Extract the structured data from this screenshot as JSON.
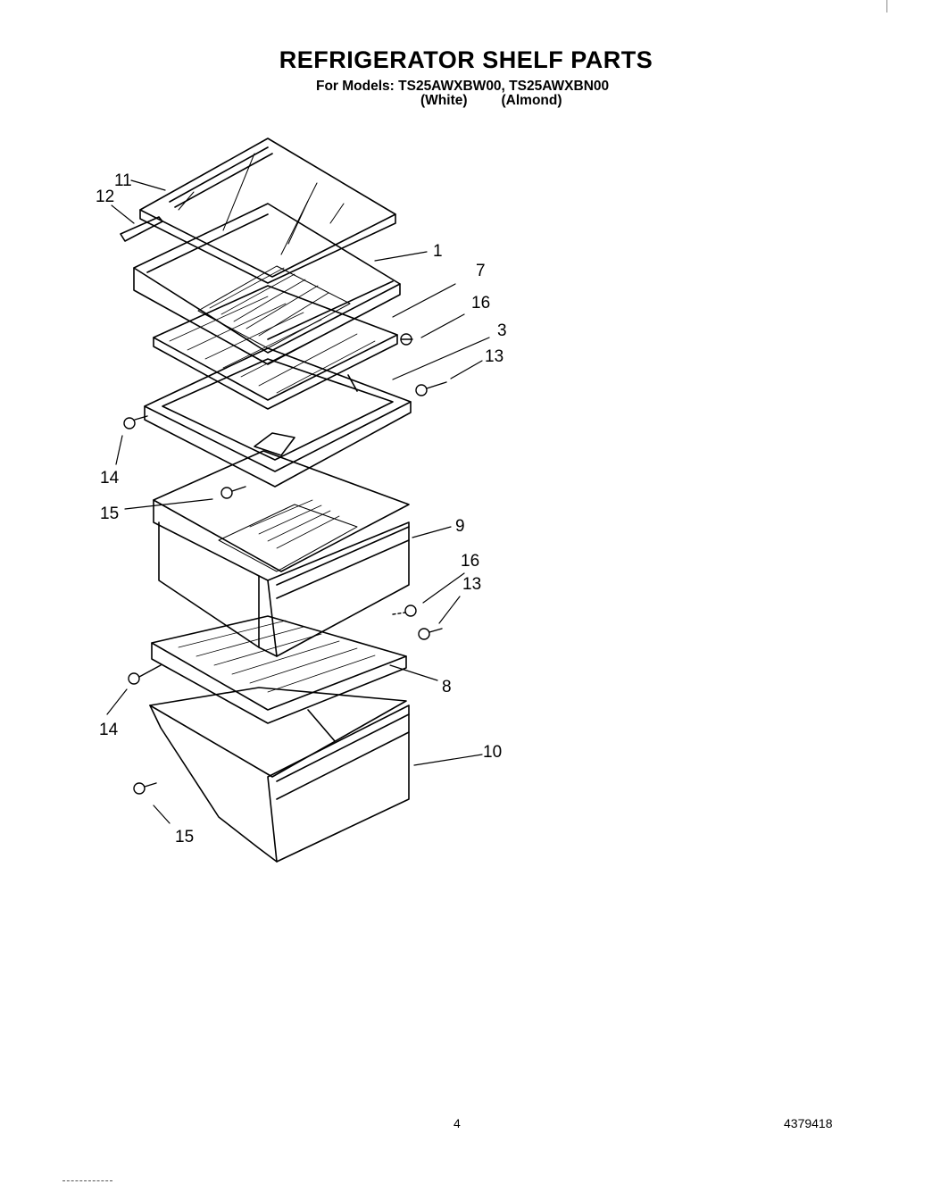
{
  "title": "REFRIGERATOR SHELF PARTS",
  "models_line": "For Models: TS25AWXBW00, TS25AWXBN00",
  "variants": [
    "(White)",
    "(Almond)"
  ],
  "callouts": [
    "11",
    "12",
    "1",
    "7",
    "16",
    "3",
    "13",
    "14",
    "15",
    "9",
    "16",
    "13",
    "8",
    "14",
    "10",
    "15"
  ],
  "page_number": "4",
  "document_number": "4379418"
}
